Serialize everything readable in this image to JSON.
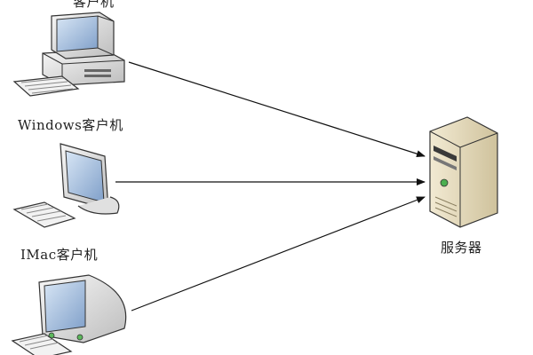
{
  "diagram": {
    "top_clipped_label": "客户机",
    "clients": [
      {
        "label": "Windows客户机"
      },
      {
        "label": "IMac客户机"
      },
      {
        "label": ""
      }
    ],
    "server": {
      "label": "服务器"
    }
  },
  "colors": {
    "line": "#111111",
    "screen": "#a9c3e3",
    "server_body": "#e7ddc0",
    "monitor_body": "#e8e8e8"
  },
  "icons": [
    "windows-pc-icon",
    "imac-icon",
    "crt-monitor-icon",
    "server-tower-icon"
  ]
}
